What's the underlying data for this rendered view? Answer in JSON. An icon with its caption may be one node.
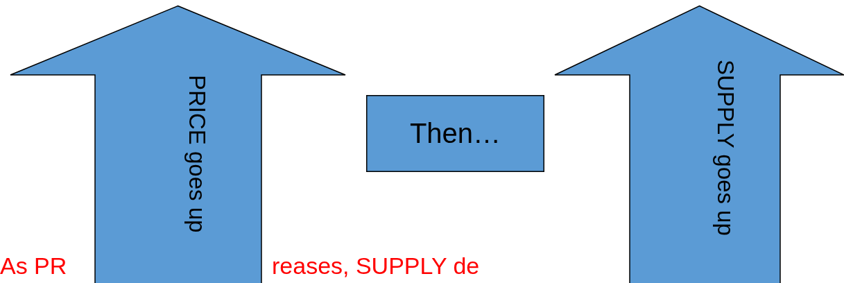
{
  "diagram": {
    "nodes": [
      {
        "text": [
          "PRICE goes up"
        ]
      },
      {
        "text": [
          "Then…"
        ]
      },
      {
        "text": [
          "SUPPLY goes up"
        ]
      }
    ],
    "labels": [
      "As PR",
      "reases, SUPPLY de"
    ]
  }
}
